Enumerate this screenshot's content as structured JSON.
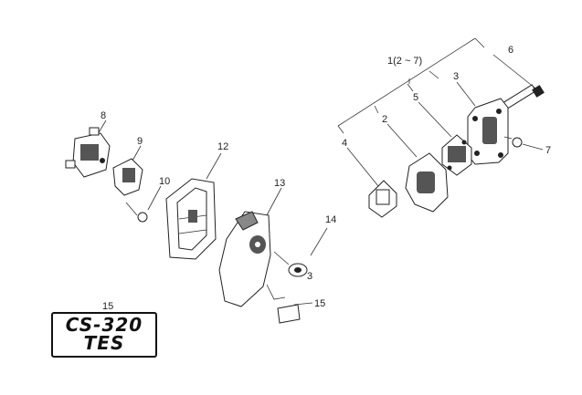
{
  "callouts": {
    "c1": "1(2 ~ 7)",
    "c2": "2",
    "c3a": "3",
    "c3b": "3",
    "c4": "4",
    "c5": "5",
    "c6": "6",
    "c7": "7",
    "c8": "8",
    "c9": "9",
    "c10": "10",
    "c12": "12",
    "c13": "13",
    "c14": "14",
    "c15a": "15",
    "c15b": "15"
  },
  "model": {
    "line1": "CS-320",
    "line2": "TES"
  }
}
